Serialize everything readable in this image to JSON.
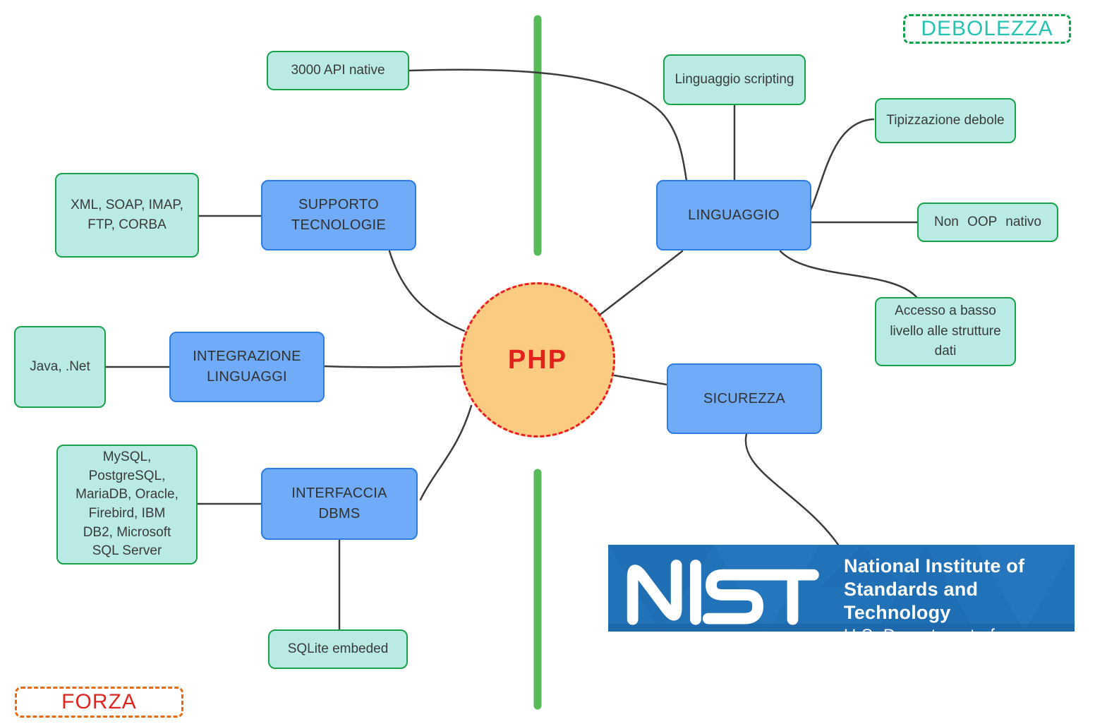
{
  "legend": {
    "debolezza": "DEBOLEZZA",
    "forza": "FORZA"
  },
  "center": {
    "label": "PHP"
  },
  "branches": {
    "supporto": {
      "label": "SUPPORTO TECNOLOGIE"
    },
    "integrazione": {
      "label": "INTEGRAZIONE LINGUAGGI"
    },
    "interfaccia": {
      "label": "INTERFACCIA DBMS"
    },
    "linguaggio": {
      "label": "LINGUAGGIO"
    },
    "sicurezza": {
      "label": "SICUREZZA"
    }
  },
  "leaves": {
    "api_native": {
      "label": "3000 API native"
    },
    "xml_soap": {
      "label": "XML, SOAP, IMAP, FTP, CORBA"
    },
    "java_net": {
      "label": "Java, .Net"
    },
    "dbms_list": {
      "label": "MySQL, PostgreSQL, MariaDB, Oracle, Firebird, IBM DB2, Microsoft SQL Server"
    },
    "sqlite": {
      "label": "SQLite embeded"
    },
    "scripting": {
      "label": "Linguaggio scripting"
    },
    "tipizzazione": {
      "label": "Tipizzazione debole"
    },
    "non_oop": {
      "label": "Non OOP nativo"
    },
    "accesso": {
      "label": "Accesso a basso livello alle strutture dati"
    }
  },
  "nist": {
    "wordmark": "NIST",
    "line1": "National Institute of",
    "line2": "Standards and Technology",
    "line3": "U.S. Department of Commerce"
  },
  "colors": {
    "leaf_fill": "#b9ebe4",
    "leaf_border": "#18a24a",
    "branch_fill": "#6fabf7",
    "branch_border": "#2d7de1",
    "center_fill": "#facb81",
    "center_border": "#ea1d25",
    "center_text": "#e2211c",
    "divider_green": "#58ba58",
    "connector_gray": "#3c3c3c",
    "debolezza_text": "#26c3b2",
    "debolezza_border": "#12a24a",
    "forza_text": "#e0251f",
    "forza_border": "#e56a10",
    "nist_blue": "#2272b8"
  }
}
